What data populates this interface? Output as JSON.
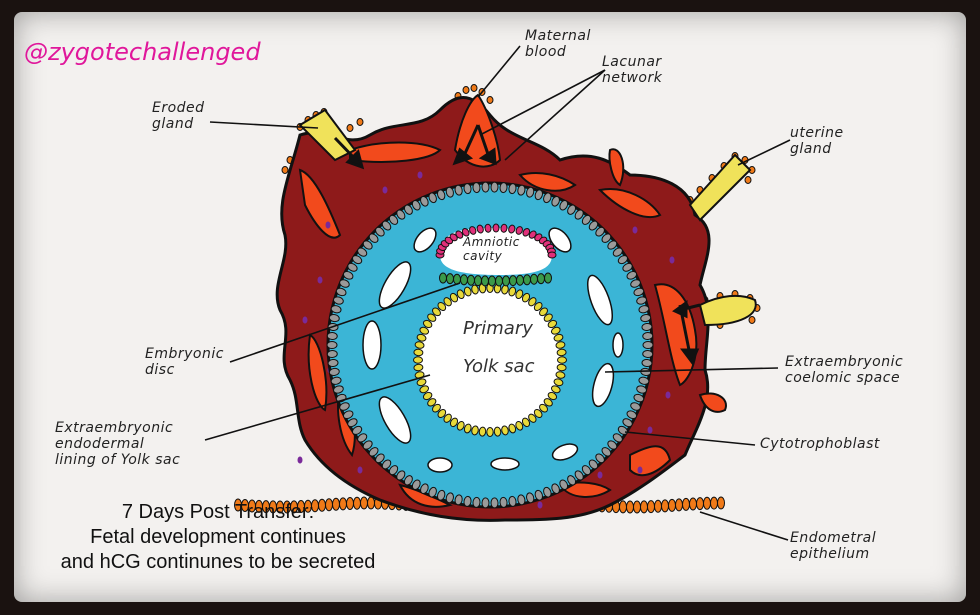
{
  "watermark": "@zygotechallenged",
  "caption": {
    "line1": "7 Days Post Transfer:",
    "line2": "Fetal development continues",
    "line3": "and hCG continunes to be secreted"
  },
  "labels": {
    "eroded_gland": "Eroded\ngland",
    "maternal_blood": "Maternal\nblood",
    "lacunar_network": "Lacunar\nnetwork",
    "uterine_gland": "uterine\ngland",
    "amniotic_cavity": "Amniotic\ncavity",
    "primary": "Primary",
    "yolk_sac": "Yolk sac",
    "embryonic_disc": "Embryonic\ndisc",
    "extraembryonic_coelomic_space": "Extraembryonic\ncoelomic space",
    "extraembryonic_endodermal": "Extraembryonic\nendodermal\nlining of Yolk sac",
    "cytotrophoblast": "Cytotrophoblast",
    "endometrial_epithelium": "Endometral\nepithelium"
  },
  "colors": {
    "syncytiotrophoblast": "#8e1a1a",
    "lacunae": "#f24a1c",
    "coelom": "#3bb5d6",
    "cytotrophoblast_beads": "#9a9a9a",
    "yolk_beads": "#e8d93a",
    "epiblast_beads": "#3a9a4a",
    "amnion_beads": "#e0307a",
    "gland": "#f0e25a",
    "epithelium": "#f07a18",
    "watermark": "#e0179b"
  }
}
